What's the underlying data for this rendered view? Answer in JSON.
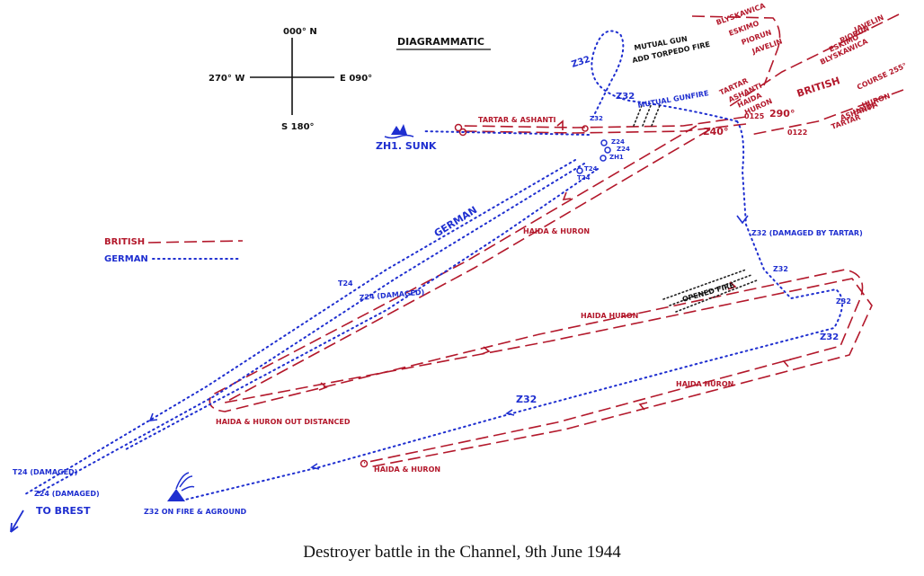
{
  "caption": "Destroyer battle in the Channel, 9th June 1944",
  "header": {
    "title": "DIAGRAMMATIC"
  },
  "compass": {
    "north": "000° N",
    "east": "E 090°",
    "south": "S 180°",
    "west": "270° W"
  },
  "legend": {
    "british": "BRITISH",
    "german": "GERMAN"
  },
  "colors": {
    "british": "#b3182b",
    "german": "#1f2fd0",
    "annotation": "#111111"
  },
  "labels": {
    "british_group_label": "BRITISH",
    "course": "COURSE 255°",
    "mutual_gun": "MUTUAL GUN",
    "add_torpedo": "ADD TORPEDO FIRE",
    "mutual_gunfire": "MUTUAL GUNFIRE",
    "deg_290": "290°",
    "deg_240": "240°",
    "time_0125": "0125",
    "time_0122": "0122",
    "zh1_sunk": "ZH1. SUNK",
    "german_diag": "GERMAN",
    "tartar_ashanti": "TARTAR & ASHANTI",
    "haida_huron_1": "HAIDA & HURON",
    "haida_huron_2": "HAIDA HURON",
    "haida_huron_outdistanced": "HAIDA & HURON OUT DISTANCED",
    "haida_huron_3": "HAIDA HURON",
    "haida_huron_4": "HAIDA & HURON",
    "z32_top": "Z32",
    "z32_mid": "Z32",
    "z32_damaged_tartar": "Z32 (DAMAGED BY TARTAR)",
    "z32_a": "Z32",
    "z32_b": "Z32",
    "z32_c": "Z32",
    "z32_d": "Z32",
    "z32_fire": "Z32 ON FIRE & AGROUND",
    "opened_fire": "OPENED FIRE",
    "t24_mid": "T24",
    "z24_damaged_mid": "Z24 (DAMAGED)",
    "t24_damaged": "T24 (DAMAGED)",
    "z24_damaged": "Z24 (DAMAGED)",
    "to_brest": "TO BREST",
    "ships_nw": [
      "BLYSKAWICA",
      "ESKIMO",
      "PIORUN",
      "JAVELIN"
    ],
    "ships_ne": [
      "JAVELIN",
      "PIORUN",
      "ESKIMO",
      "BLYSKAWICA"
    ],
    "ships_center": [
      "TARTAR",
      "ASHANTI",
      "HAIDA",
      "HURON"
    ],
    "ships_br_line": [
      "HURON",
      "HAIDA",
      "ASHANTI",
      "TARTAR"
    ],
    "german_cluster": [
      "Z32",
      "Z24",
      "Z24",
      "ZH1",
      "T24",
      "T24"
    ]
  }
}
